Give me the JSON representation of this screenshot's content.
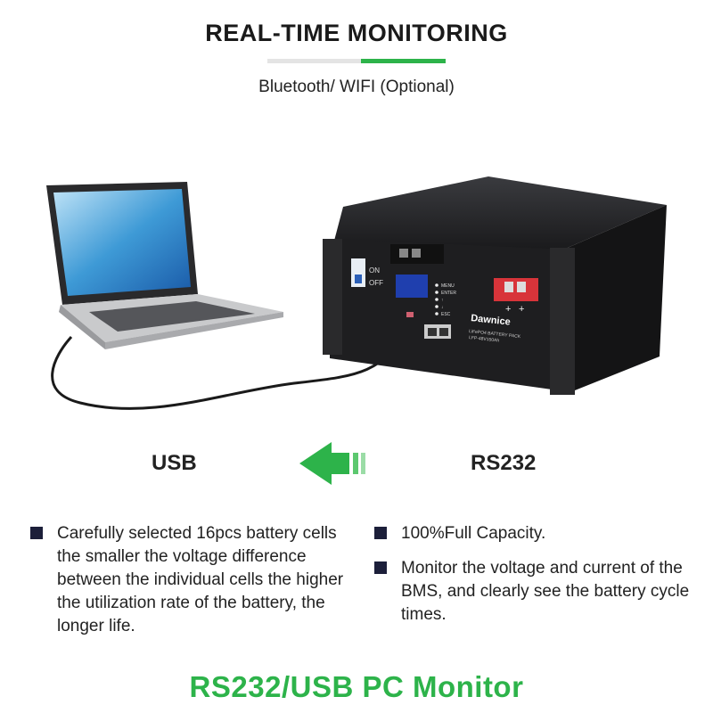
{
  "header": {
    "title": "REAL-TIME MONITORING",
    "subtitle": "Bluetooth/ WIFI (Optional)"
  },
  "battery": {
    "switch_on": "ON",
    "switch_off": "OFF",
    "buttons": [
      "MENU",
      "ENTER",
      "↑",
      "↓",
      "ESC"
    ],
    "brand": "Dawnice",
    "model_line1": "LiFePO4 BATTERY PACK",
    "model_line2": "LFP-48V150Ah",
    "terminal_plus": "+"
  },
  "connection": {
    "left_label": "USB",
    "right_label": "RS232",
    "arrow_color": "#2db34a"
  },
  "features_left": [
    "Carefully selected 16pcs battery cells the smaller the voltage difference between the individual cells the higher the utilization rate of the battery, the longer life."
  ],
  "features_right": [
    "100%Full Capacity.",
    "Monitor the voltage and current of the BMS, and clearly see the battery cycle times."
  ],
  "footer": {
    "title": "RS232/USB PC Monitor"
  },
  "colors": {
    "accent": "#2db34a",
    "bullet": "#1c1f3a",
    "battery_body": "#1e1e20",
    "terminal": "#d8343a",
    "lcd": "#1f3fae"
  }
}
